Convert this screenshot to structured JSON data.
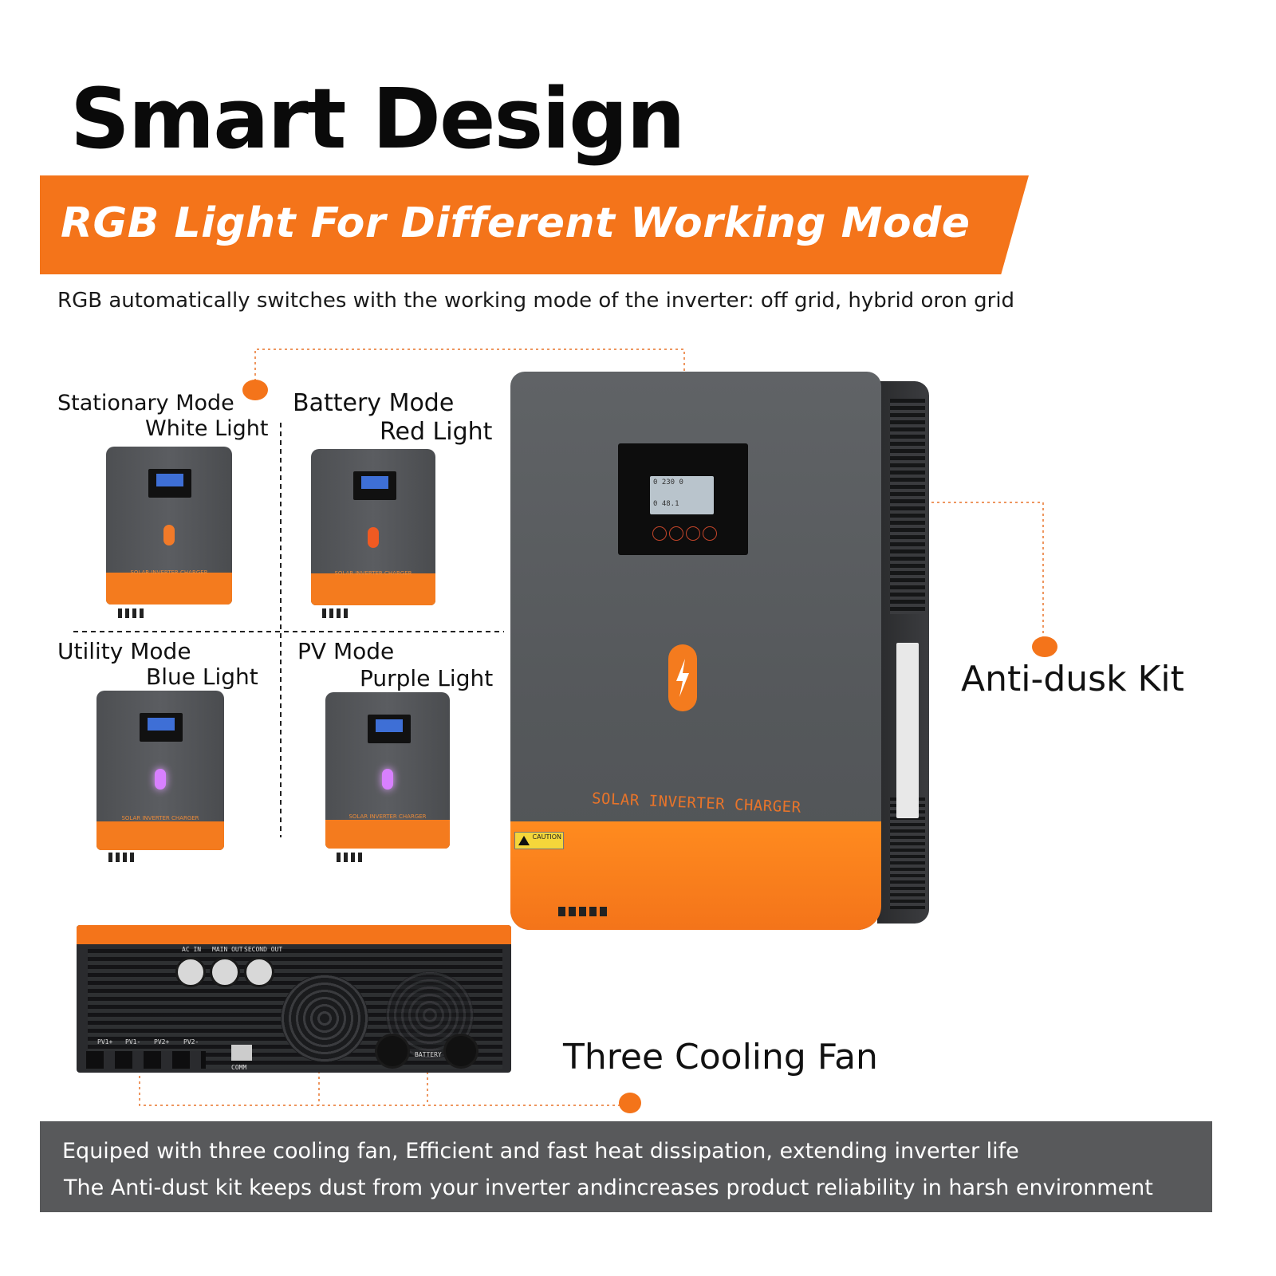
{
  "headline": "Smart Design",
  "banner": "RGB Light For Different Working Mode",
  "subtitle": "RGB automatically switches with the working mode of the inverter: off grid, hybrid oron grid",
  "modes": [
    {
      "name": "Stationary Mode",
      "light": "White Light",
      "led_color": "#f27a28"
    },
    {
      "name": "Battery Mode",
      "light": "Red Light",
      "led_color": "#f05a22"
    },
    {
      "name": "Utility Mode",
      "light": "Blue Light",
      "led_color": "#d880ff"
    },
    {
      "name": "PV Mode",
      "light": "Purple Light",
      "led_color": "#d880ff"
    }
  ],
  "device_label": "SOLAR INVERTER CHARGER",
  "mini_label": "SOLAR INVERTER CHARGER",
  "caution_label": "CAUTION",
  "lcd_top": "0 230 0",
  "lcd_bottom": "0 48.1",
  "callouts": {
    "anti_dusk": "Anti-dusk Kit",
    "cooling": "Three Cooling Fan"
  },
  "ports": {
    "ac_in": "AC IN",
    "main_out": "MAIN OUT",
    "second_out": "SECOND OUT",
    "comm": "COMM",
    "battery": "BATTERY",
    "pv": [
      "PV1+",
      "PV1-",
      "PV2+",
      "PV2-"
    ]
  },
  "footer": [
    "Equiped with three cooling fan, Efficient and fast heat dissipation, extending inverter life",
    "The Anti-dust kit keeps dust from your inverter andincreases product reliability in harsh environment"
  ],
  "colors": {
    "accent": "#f4741a",
    "footer_bg": "#58595b"
  }
}
